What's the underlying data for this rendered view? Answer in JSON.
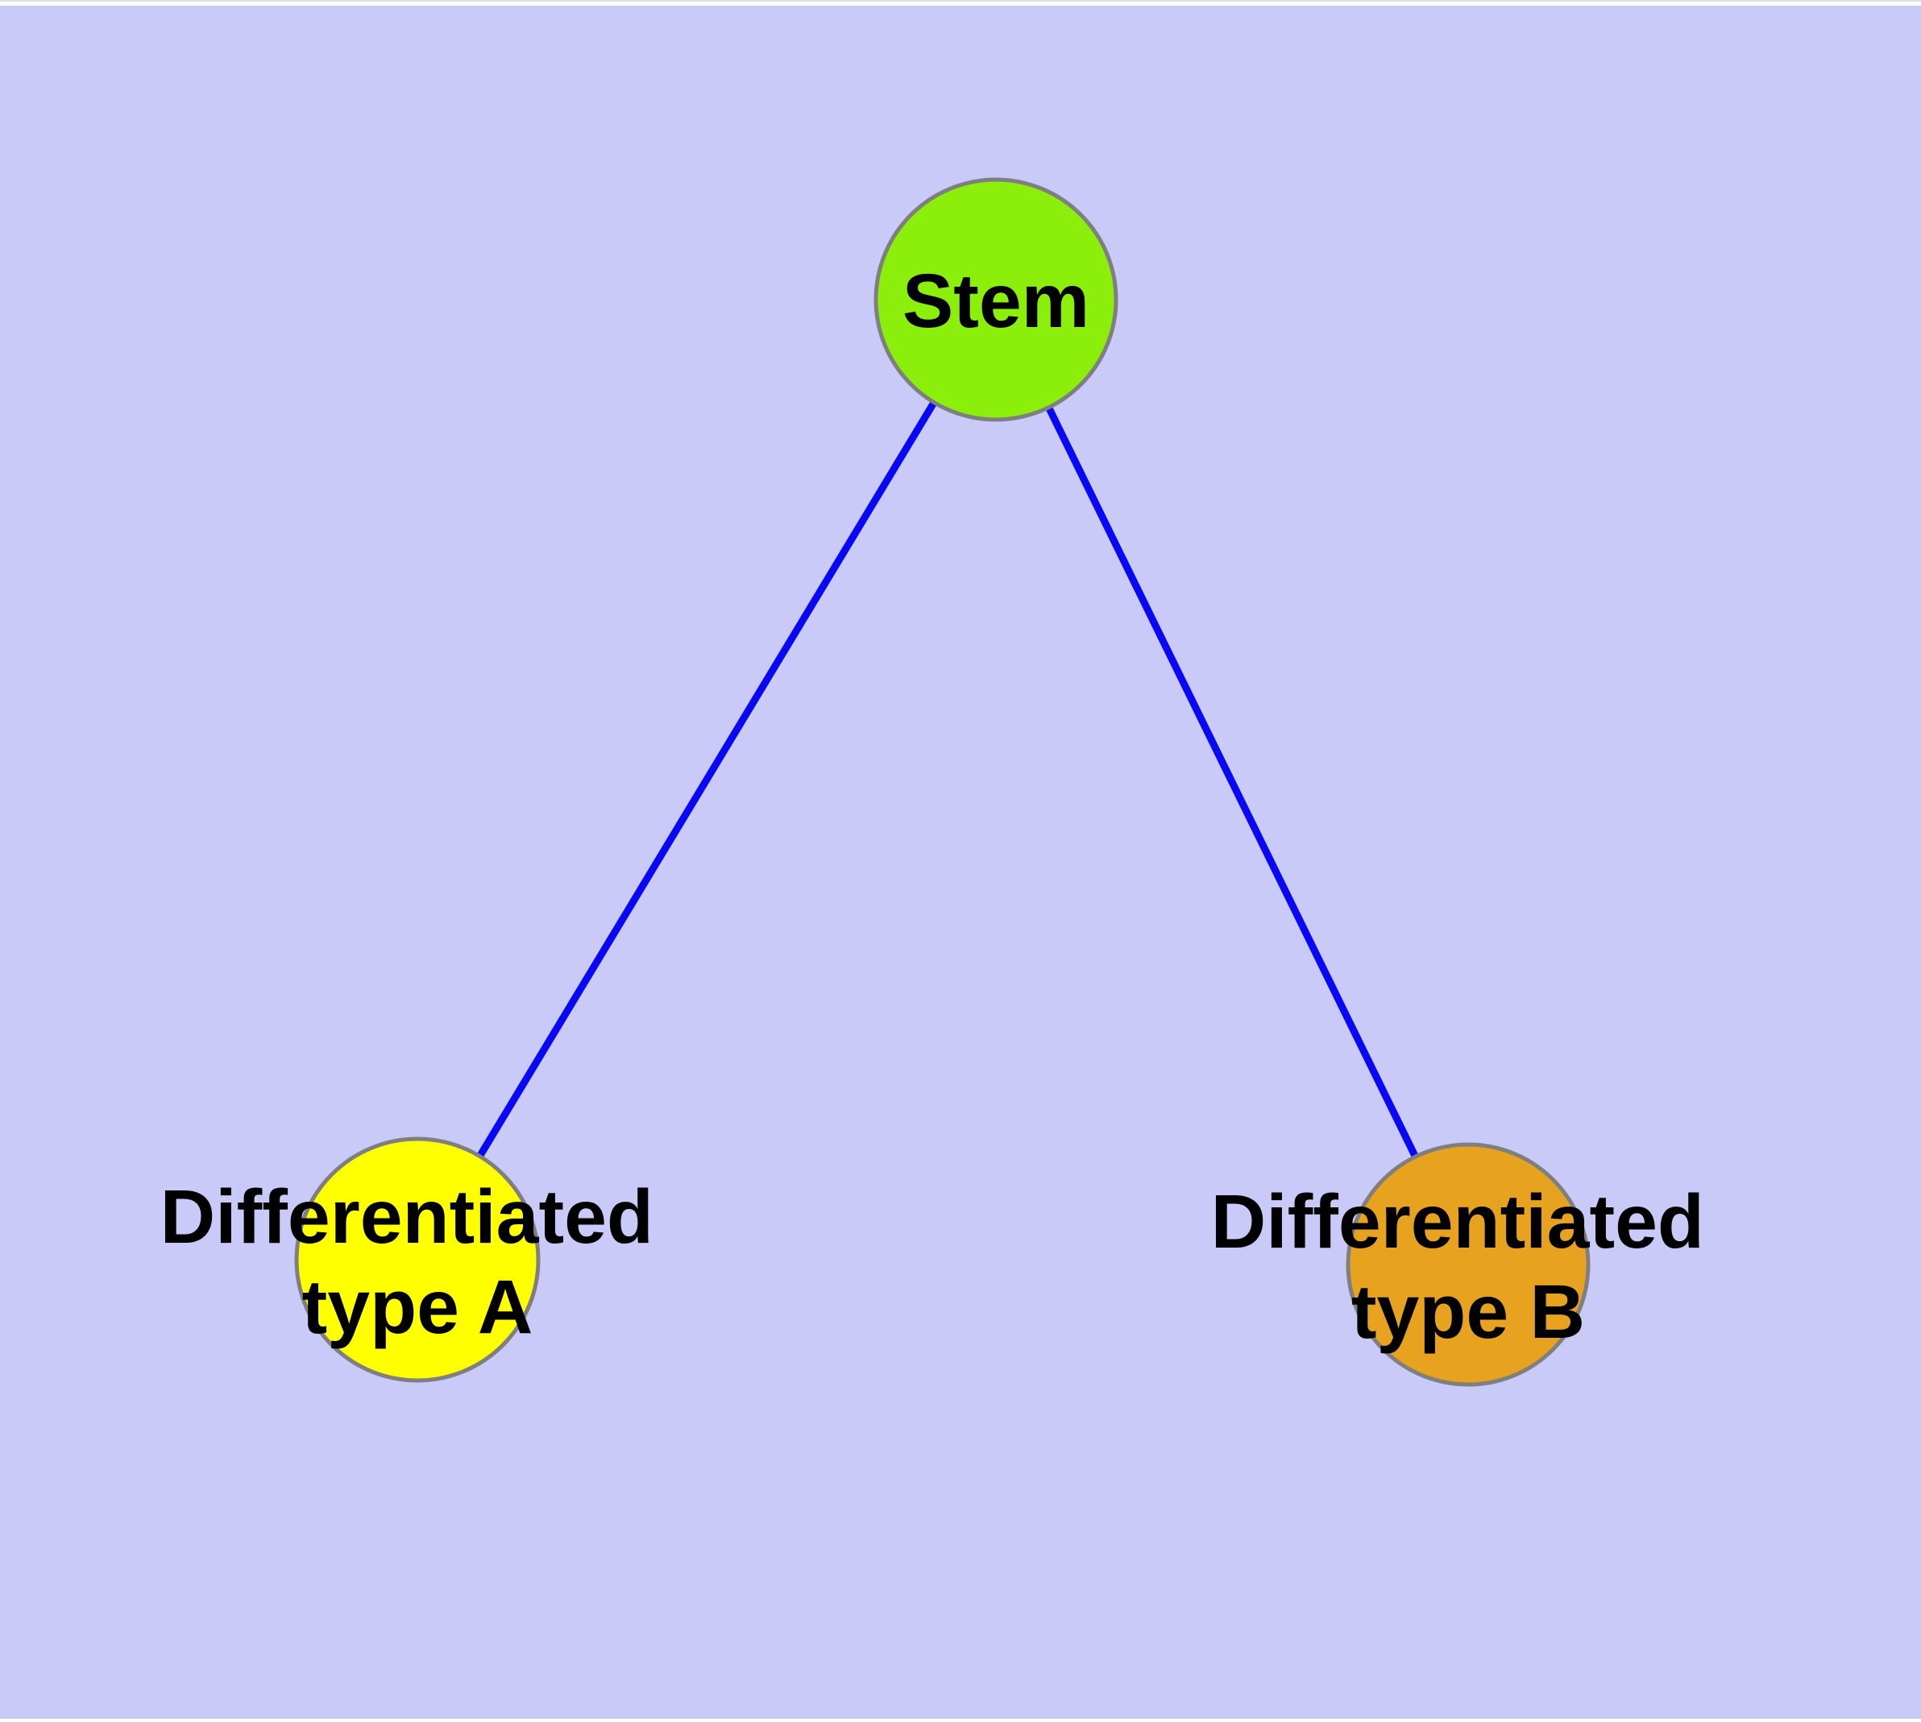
{
  "diagram": {
    "type": "graph",
    "background_color": "#cacaf8",
    "page_color": "#ffffff",
    "top_hairline_color": "#dcdcdc",
    "edge_color": "#0808f5",
    "node_border_color": "#7f7f7f",
    "label_color": "#000000",
    "nodes": [
      {
        "id": "stem",
        "label": "Stem",
        "fill": "#8bef0b"
      },
      {
        "id": "differentiated-type-a",
        "label_line1": "Differentiated",
        "label_line2": "type A",
        "fill": "#ffff00"
      },
      {
        "id": "differentiated-type-b",
        "label_line1": "Differentiated",
        "label_line2": "type B",
        "fill": "#e7a21f"
      }
    ],
    "edges": [
      {
        "from": "Stem",
        "to": "Differentiated type A"
      },
      {
        "from": "Stem",
        "to": "Differentiated type B"
      }
    ]
  }
}
